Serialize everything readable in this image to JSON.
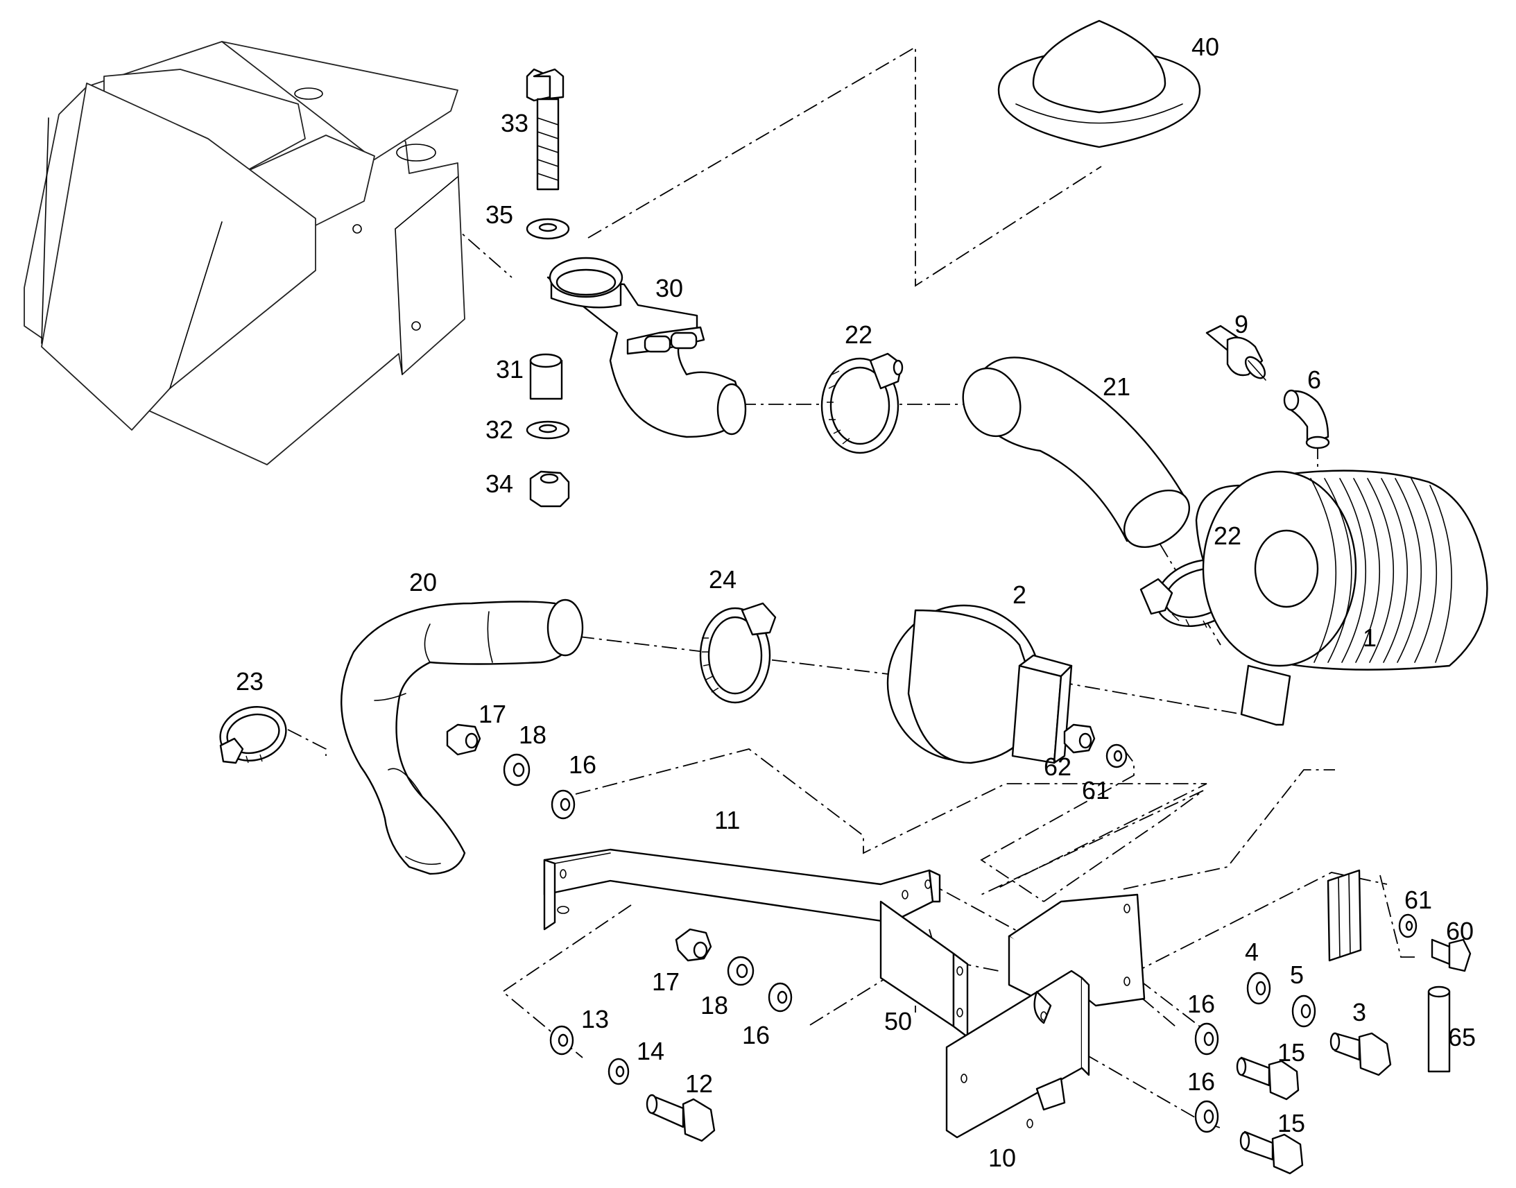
{
  "diagram": {
    "callouts": {
      "p1": "1",
      "p2": "2",
      "p3": "3",
      "p4": "4",
      "p5": "5",
      "p6": "6",
      "p9": "9",
      "p10": "10",
      "p11": "11",
      "p12": "12",
      "p13": "13",
      "p14": "14",
      "p15a": "15",
      "p15b": "15",
      "p16a": "16",
      "p16b": "16",
      "p16c": "16",
      "p16d": "16",
      "p17a": "17",
      "p17b": "17",
      "p18a": "18",
      "p18b": "18",
      "p20": "20",
      "p21": "21",
      "p22a": "22",
      "p22b": "22",
      "p23": "23",
      "p24": "24",
      "p30": "30",
      "p31": "31",
      "p32": "32",
      "p33": "33",
      "p34": "34",
      "p35": "35",
      "p40": "40",
      "p50": "50",
      "p60": "60",
      "p61a": "61",
      "p61b": "61",
      "p62": "62",
      "p65": "65"
    }
  }
}
